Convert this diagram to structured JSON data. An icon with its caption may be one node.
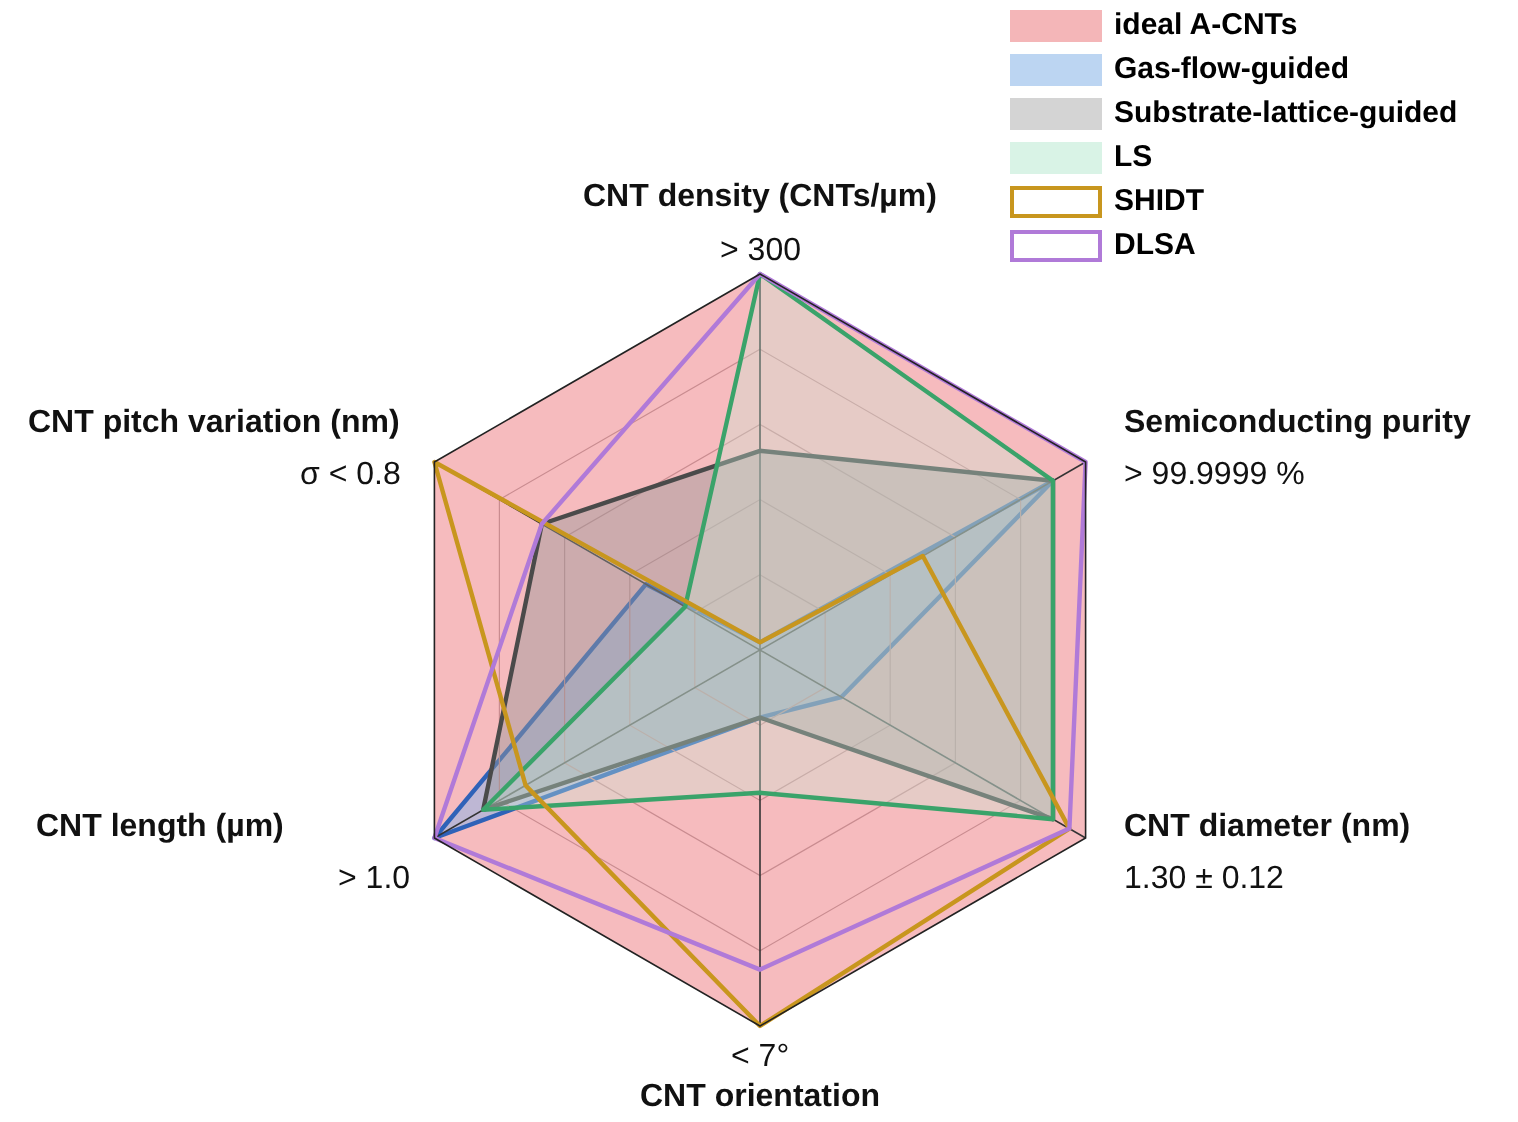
{
  "diagram": {
    "labels": [
      "CNT density (CNTs/µm)",
      "> 300",
      "Semiconducting purity",
      "> 99.9999 %",
      "CNT diameter (nm)",
      "1.30 ± 0.12",
      "< 7°",
      "CNT orientation",
      "CNT length (µm)",
      "> 1.0",
      "CNT pitch variation (nm)",
      "σ < 0.8"
    ],
    "legend": [
      {
        "text": "ideal A-CNTs",
        "color": "#f4b6b8"
      },
      {
        "text": "Gas-flow-guided",
        "color": "#bcd5f2"
      },
      {
        "text": "Substrate-lattice-guided",
        "color": "#d4d4d4"
      },
      {
        "text": "LS",
        "color": "#d9f3e6"
      },
      {
        "text": "SHIDT",
        "color": "#c8961e"
      },
      {
        "text": "DLSA",
        "color": "#b07ad8"
      }
    ]
  }
}
